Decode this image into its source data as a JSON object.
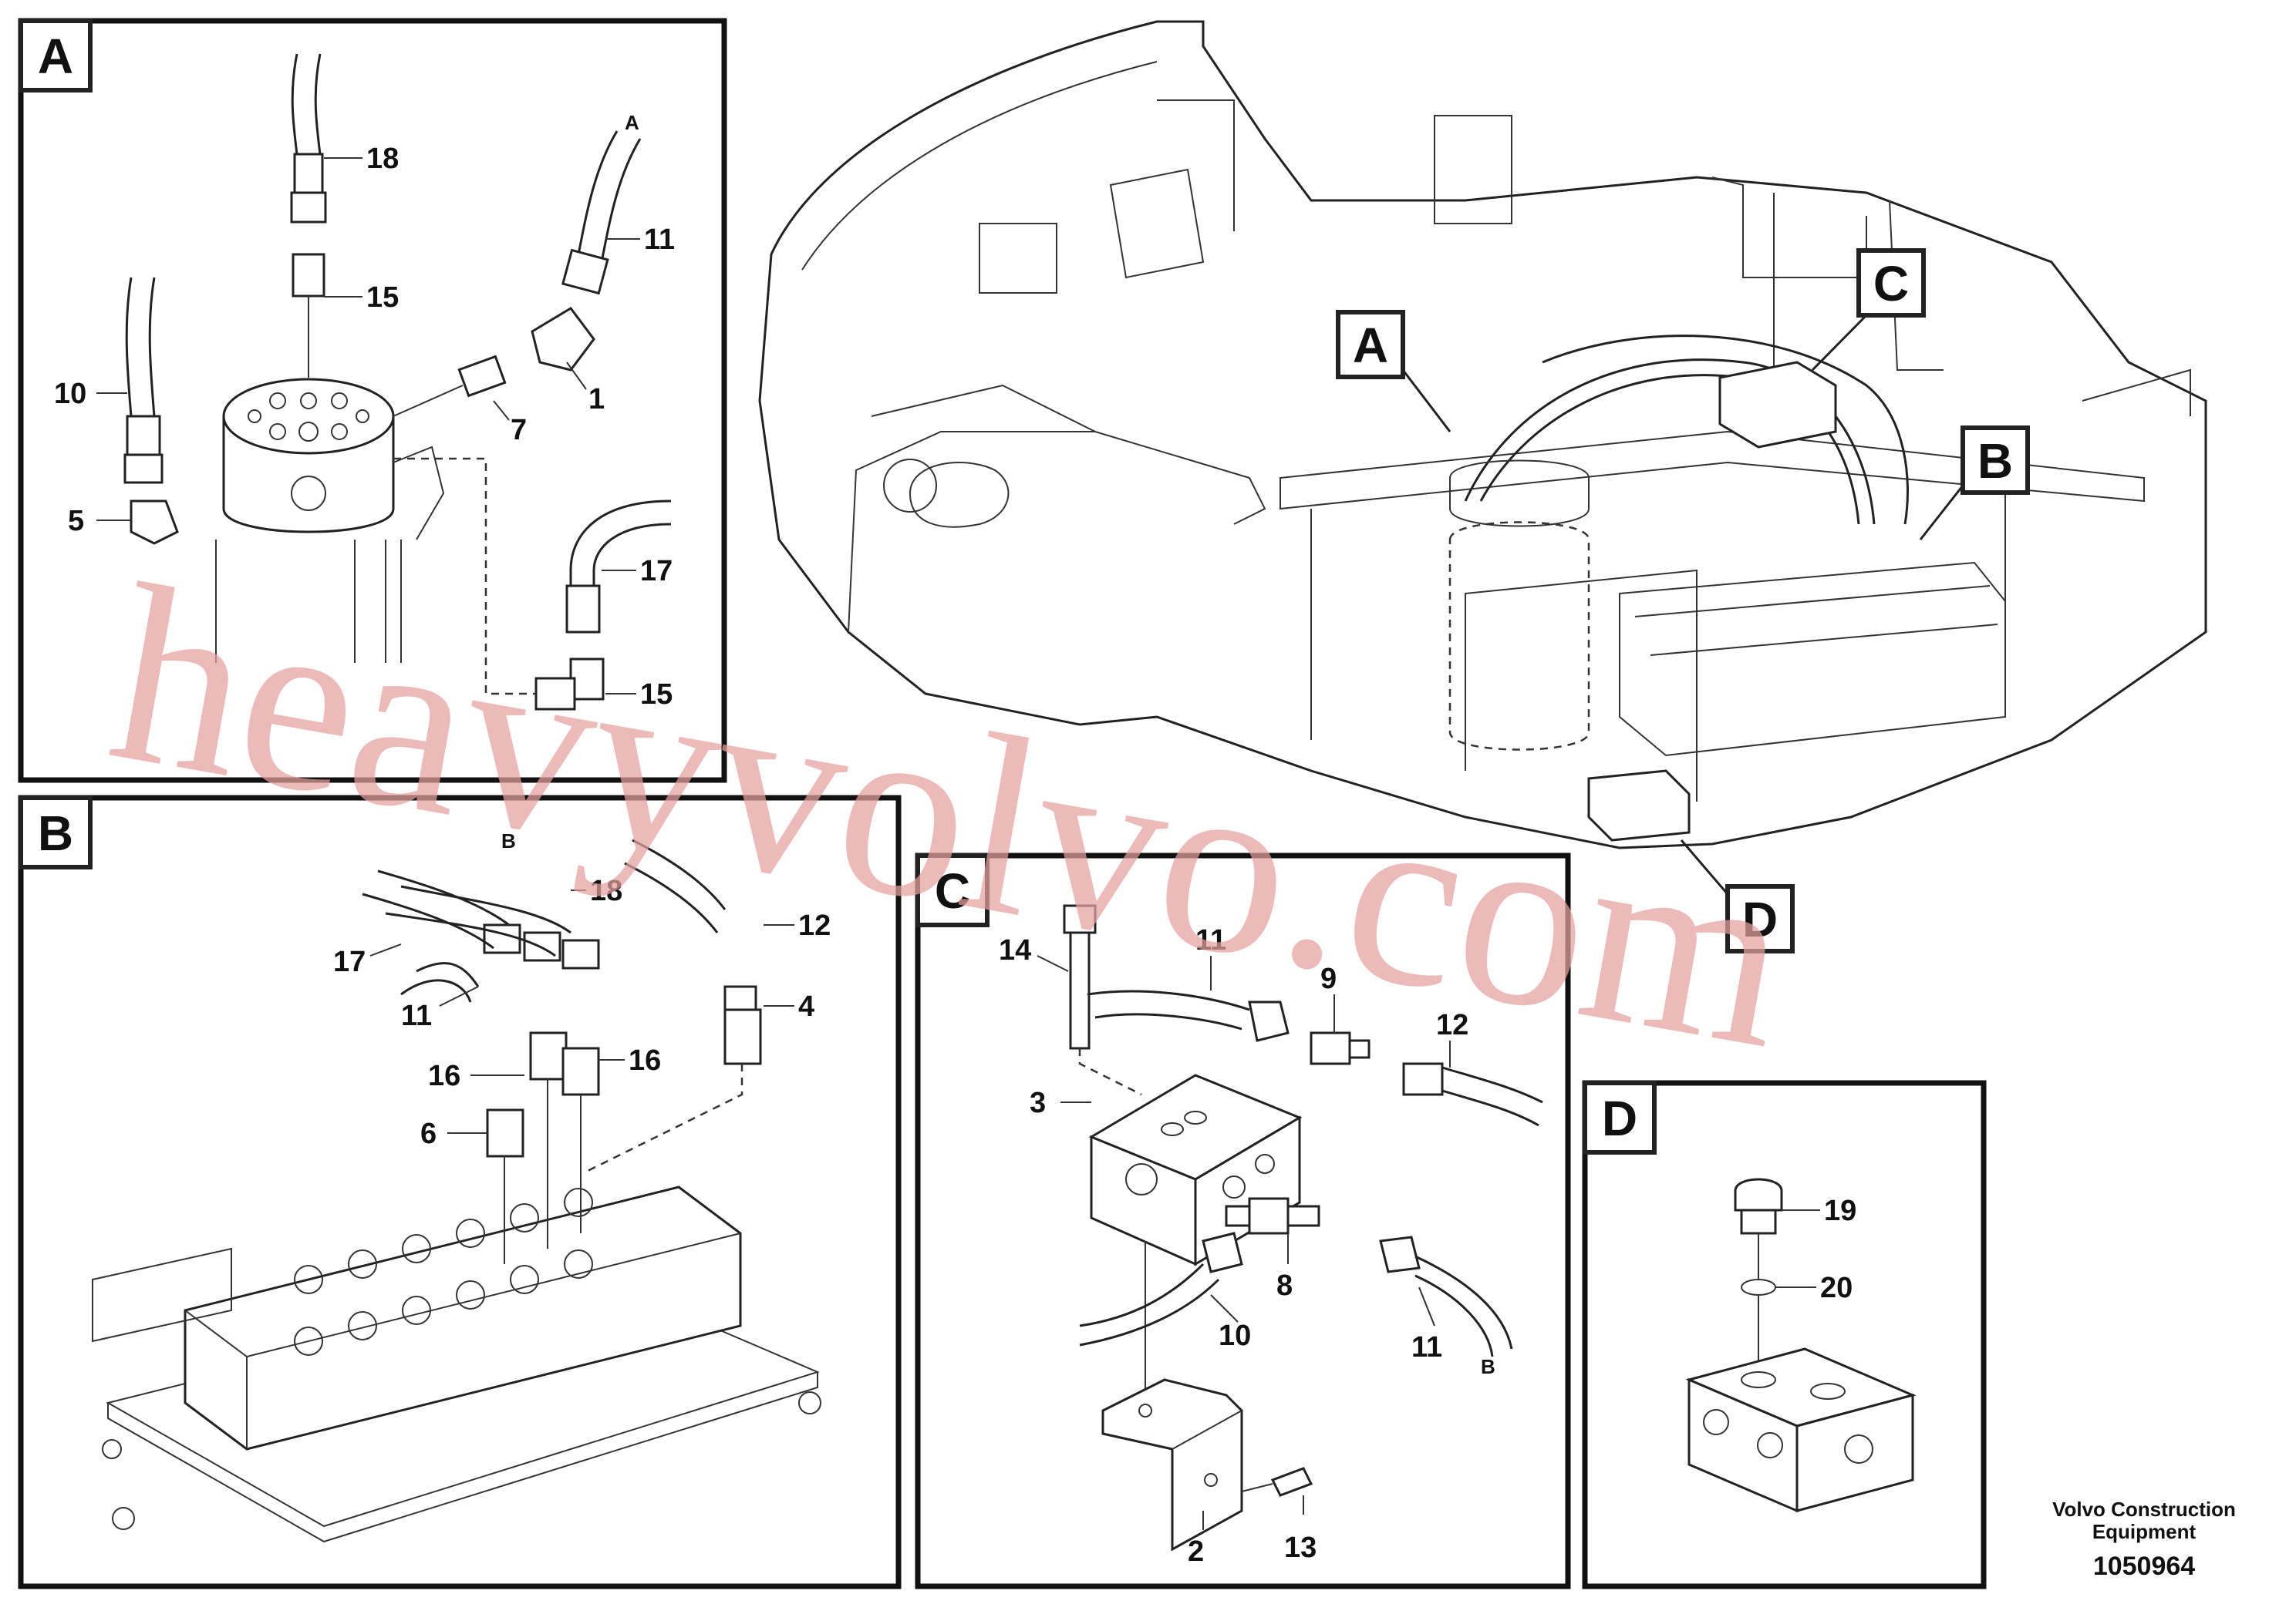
{
  "callouts": {
    "box_a": "A",
    "box_b": "B",
    "box_c": "C",
    "box_d": "D"
  },
  "panel_a": {
    "title": "A",
    "labels": [
      "18",
      "11",
      "15",
      "10",
      "1",
      "7",
      "5",
      "17",
      "15"
    ],
    "port_label": "A"
  },
  "panel_b": {
    "title": "B",
    "labels": [
      "18",
      "12",
      "17",
      "11",
      "4",
      "16",
      "16",
      "6"
    ],
    "port_label": "B"
  },
  "panel_c": {
    "title": "C",
    "labels": [
      "14",
      "11",
      "9",
      "12",
      "3",
      "8",
      "10",
      "11",
      "2",
      "13"
    ],
    "port_label": "B"
  },
  "panel_d": {
    "title": "D",
    "labels": [
      "19",
      "20"
    ]
  },
  "footer": {
    "company_line1": "Volvo Construction",
    "company_line2": "Equipment",
    "doc_number": "1050964"
  },
  "watermark": "heavyvolvo.com"
}
